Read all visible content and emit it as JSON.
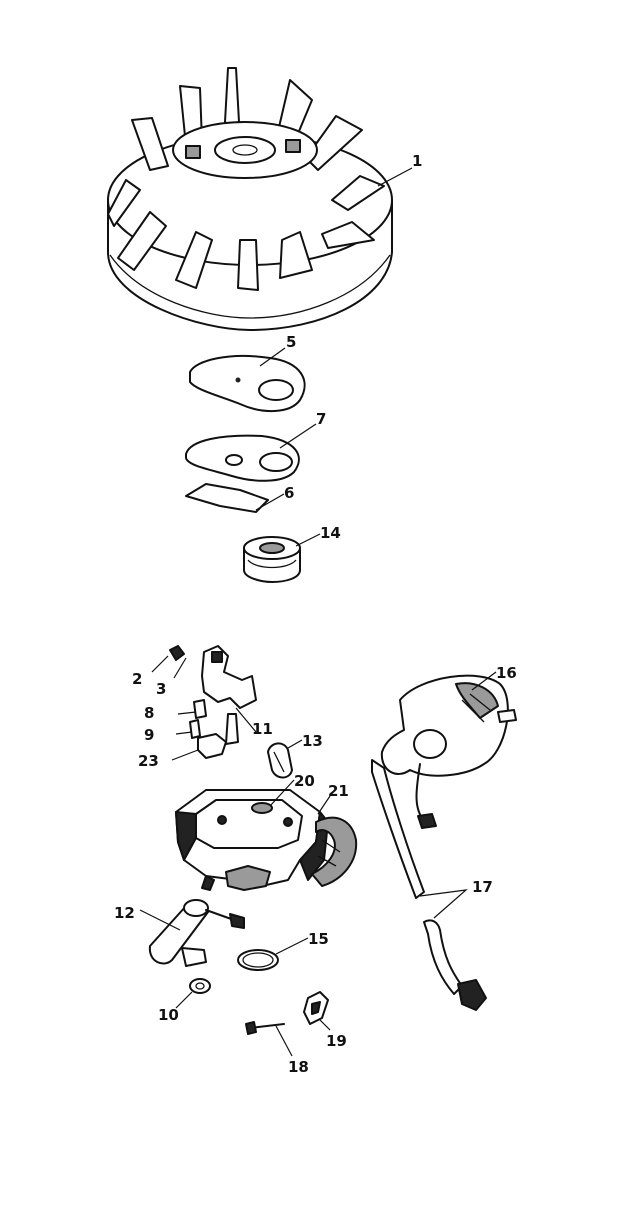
{
  "parts": {
    "p1": {
      "label": "1"
    },
    "p5": {
      "label": "5"
    },
    "p7": {
      "label": "7"
    },
    "p6": {
      "label": "6"
    },
    "p14": {
      "label": "14"
    },
    "p2": {
      "label": "2"
    },
    "p3": {
      "label": "3"
    },
    "p8": {
      "label": "8"
    },
    "p9": {
      "label": "9"
    },
    "p23": {
      "label": "23"
    },
    "p11": {
      "label": "11"
    },
    "p13": {
      "label": "13"
    },
    "p16": {
      "label": "16"
    },
    "p20": {
      "label": "20"
    },
    "p21": {
      "label": "21"
    },
    "p12": {
      "label": "12"
    },
    "p15": {
      "label": "15"
    },
    "p17": {
      "label": "17"
    },
    "p10": {
      "label": "10"
    },
    "p19": {
      "label": "19"
    },
    "p18": {
      "label": "18"
    }
  }
}
